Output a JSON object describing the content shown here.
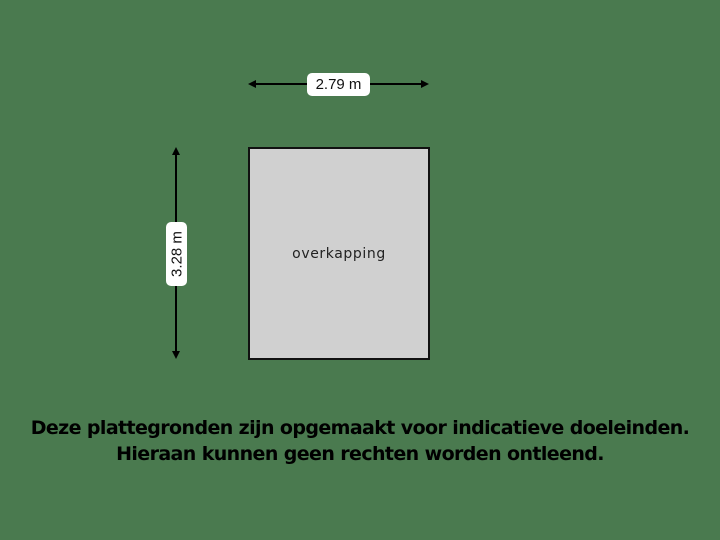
{
  "colors": {
    "background": "#4a7a4f",
    "room_fill": "#d0d0d0",
    "room_border": "#111111",
    "dimension_line": "#000000",
    "label_bg": "#ffffff",
    "text": "#000000"
  },
  "floorplan": {
    "room": {
      "name": "overkapping"
    },
    "dimensions": {
      "width": "2.79 m",
      "height": "3.28 m"
    }
  },
  "disclaimer": {
    "line1": "Deze plattegronden zijn opgemaakt voor indicatieve doeleinden.",
    "line2": "Hieraan kunnen geen rechten worden ontleend."
  }
}
